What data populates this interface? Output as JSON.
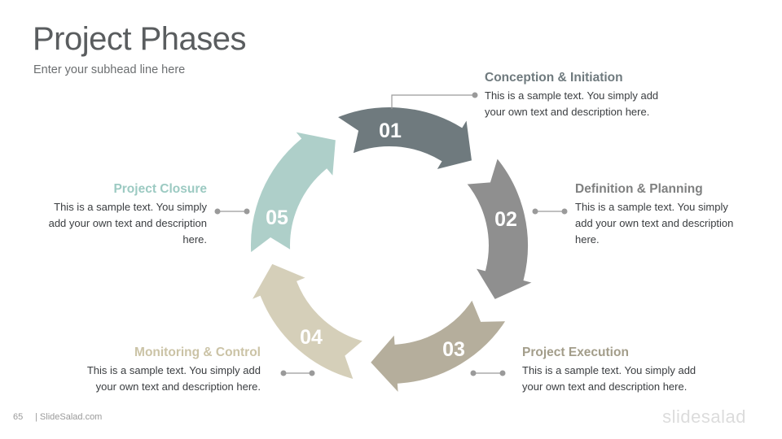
{
  "header": {
    "title": "Project Phases",
    "subtitle": "Enter your subhead line here"
  },
  "colors": {
    "phase1": "#6f7a7e",
    "phase2": "#8f8f8f",
    "phase3": "#b5ae9c",
    "phase4": "#d5cfb9",
    "phase5": "#aecfc9",
    "connector": "#9a9a9a"
  },
  "phases": [
    {
      "number": "01",
      "title": "Conception & Initiation",
      "description": "This is a sample text. You simply add your own text and description here."
    },
    {
      "number": "02",
      "title": "Definition & Planning",
      "description": "This is a sample text. You simply add your own text and description here."
    },
    {
      "number": "03",
      "title": "Project Execution",
      "description": "This is a sample text. You simply add your own text and description here."
    },
    {
      "number": "04",
      "title": "Monitoring & Control",
      "description": "This is a sample text. You simply add your own text and description here."
    },
    {
      "number": "05",
      "title": "Project Closure",
      "description": "This is a sample text. You simply add your own text and description here."
    }
  ],
  "footer": {
    "page_number": "65",
    "site": "| SlideSalad.com",
    "brand": "slidesalad"
  }
}
